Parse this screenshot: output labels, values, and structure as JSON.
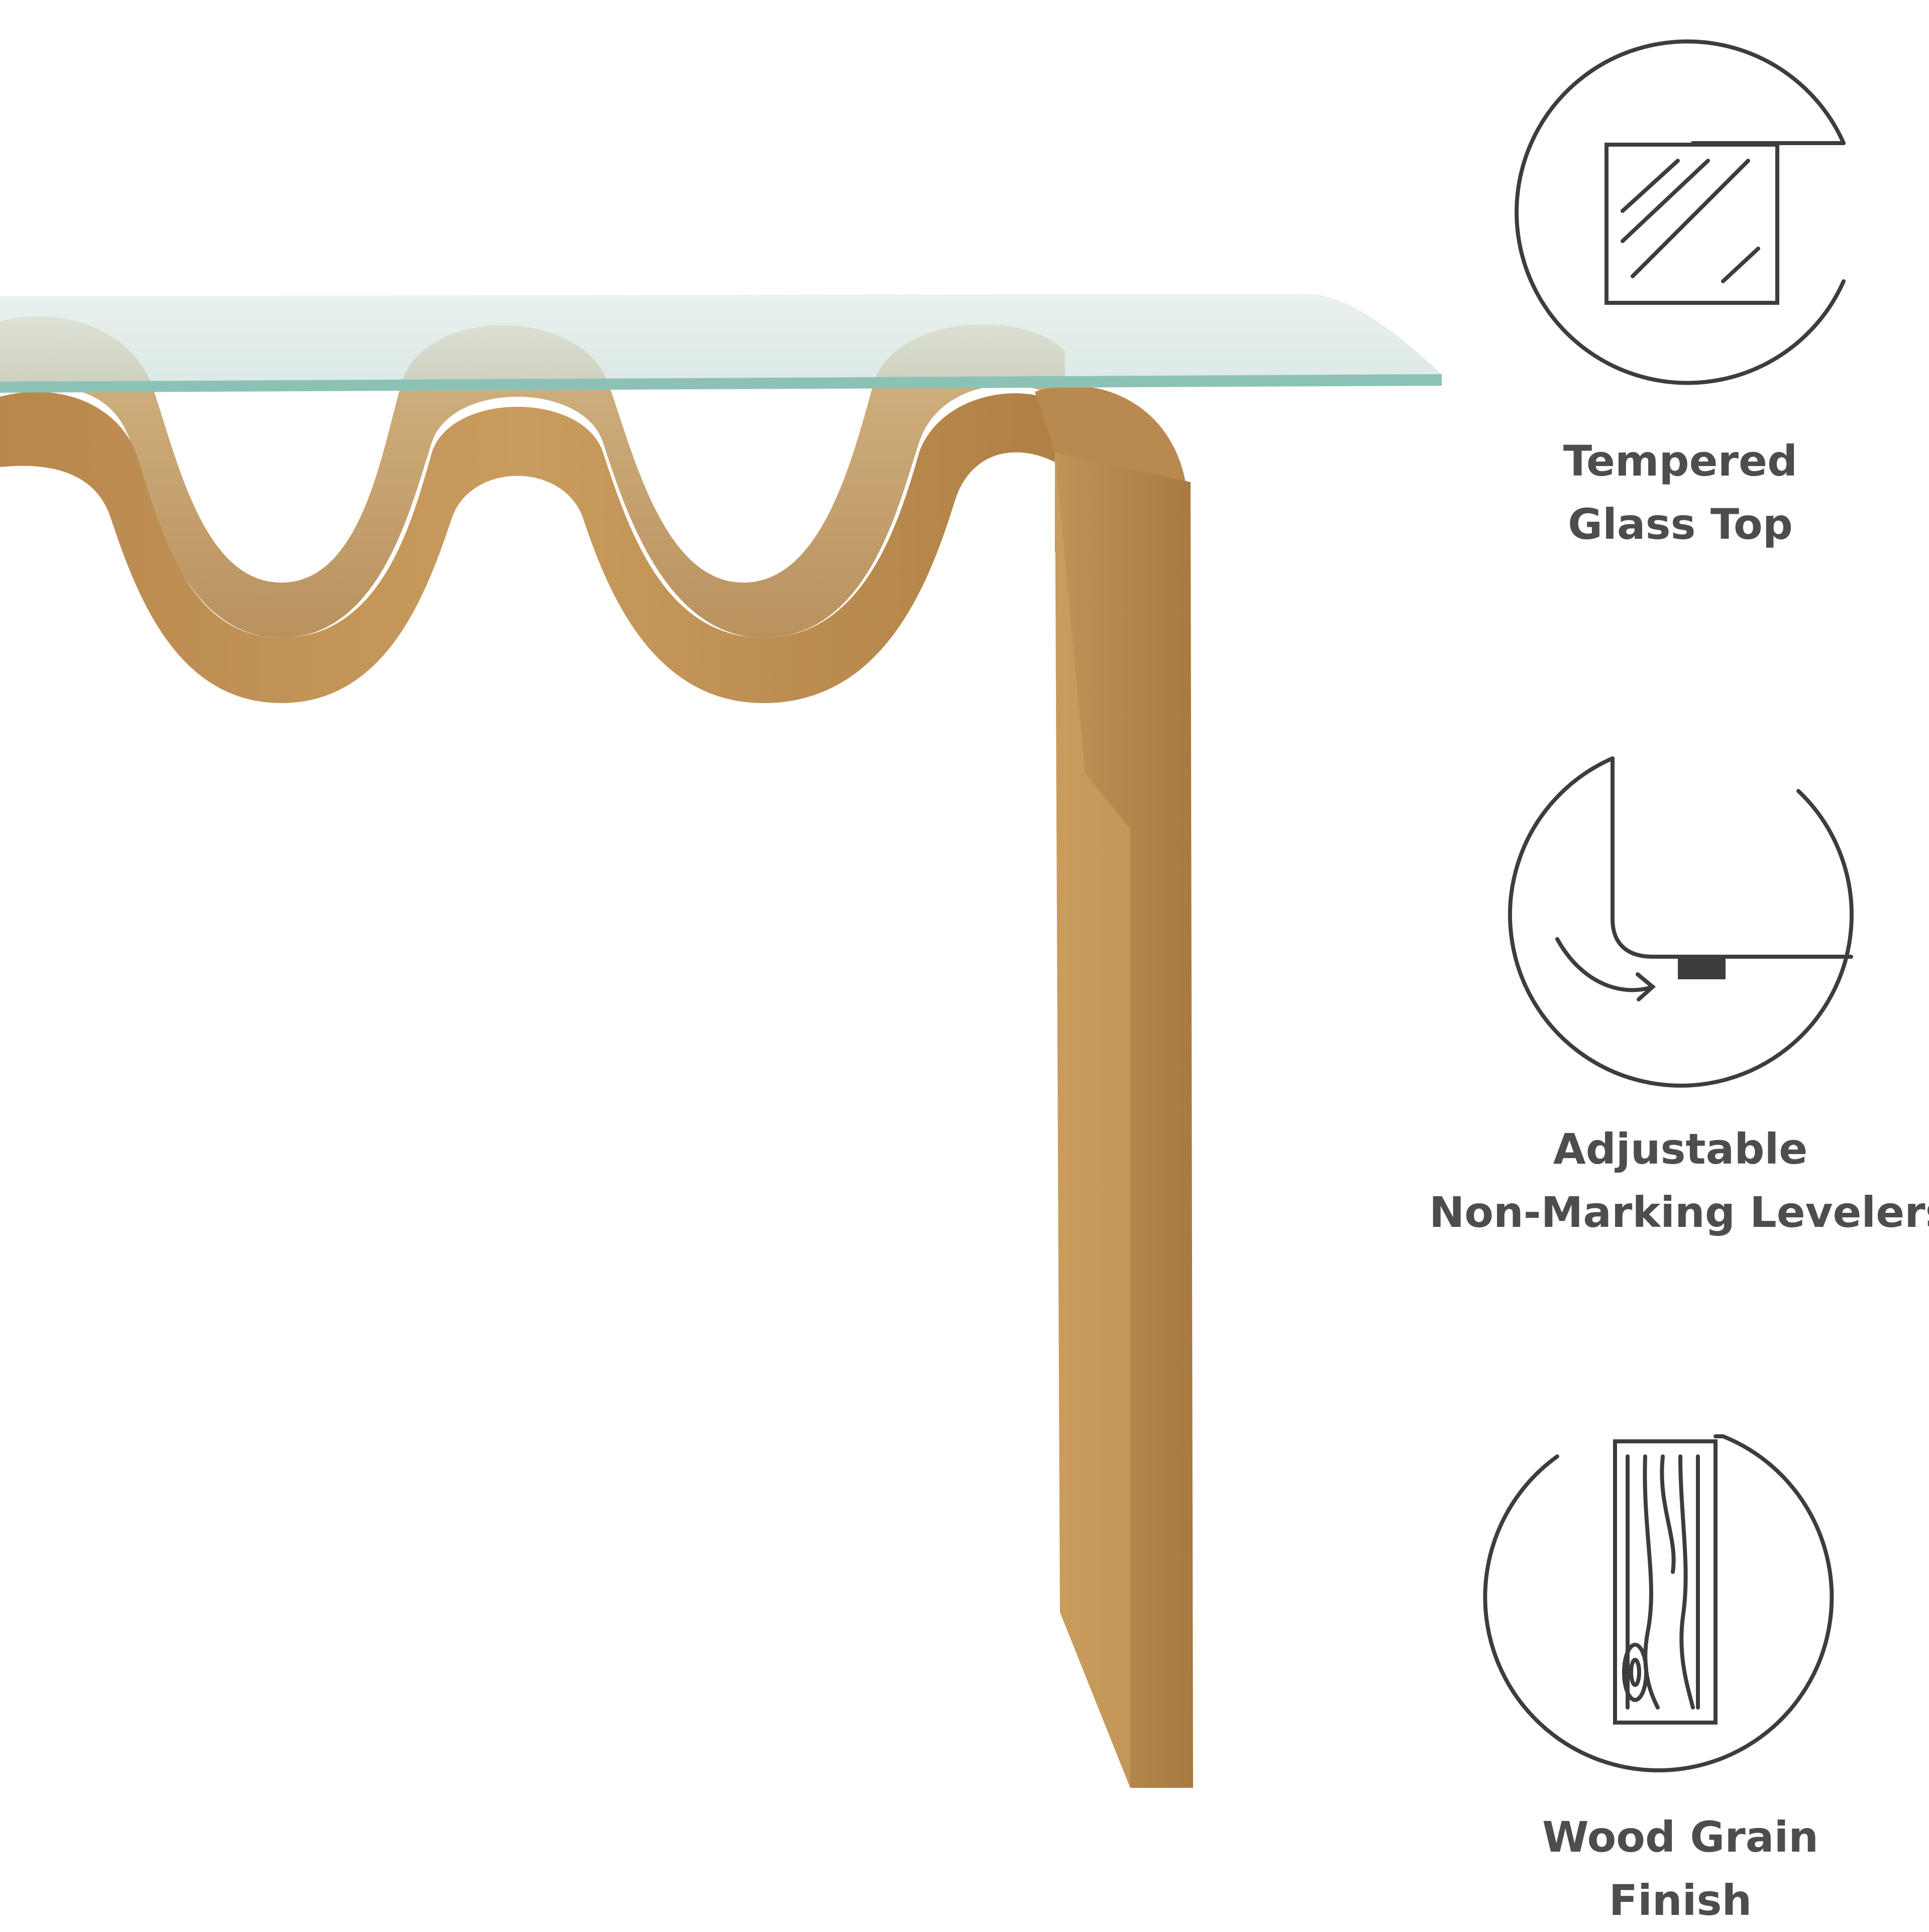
{
  "product": {
    "type": "console table",
    "material_colors": {
      "wood": "#c59a5c",
      "wood_dark": "#a97c44",
      "wood_inner": "#c8a775",
      "glass": "#dbe9e5",
      "glass_edge": "#7fb9ad"
    }
  },
  "features": [
    {
      "icon": "glass-pane-icon",
      "lines": [
        "Tempered",
        "Glass Top"
      ]
    },
    {
      "icon": "leveler-foot-icon",
      "lines": [
        "Adjustable",
        "Non-Marking Levelers"
      ]
    },
    {
      "icon": "wood-grain-icon",
      "lines": [
        "Wood Grain",
        "Finish"
      ]
    }
  ],
  "colors": {
    "icon_stroke": "#3d3d3d",
    "label_text": "#4d4d4d",
    "background": "#ffffff"
  }
}
